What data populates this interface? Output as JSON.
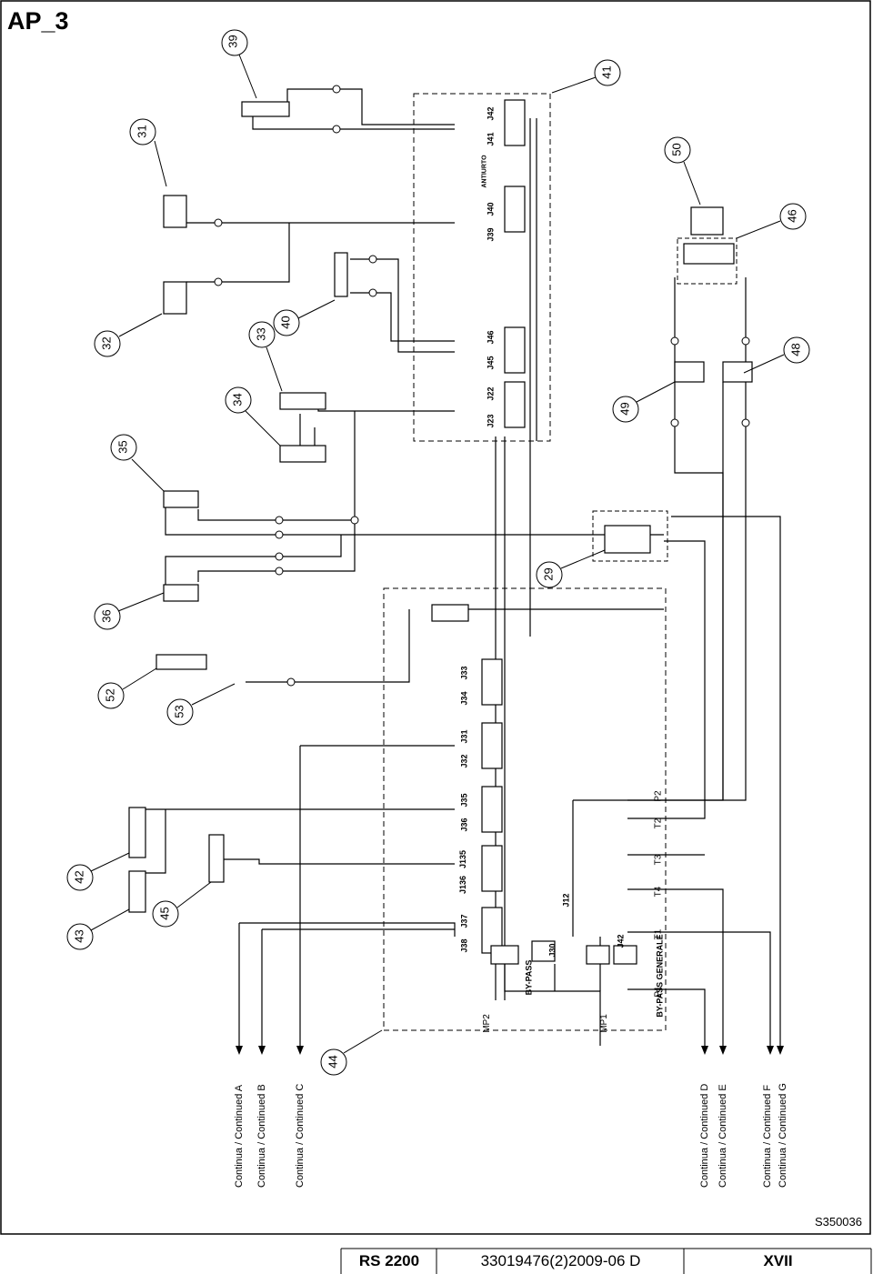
{
  "page": {
    "title": "AP_3",
    "reference": "S350036"
  },
  "title_block": {
    "model": "RS 2200",
    "document": "33019476(2)2009-06 D",
    "sheet": "XVII"
  },
  "callouts": [
    "39",
    "31",
    "41",
    "50",
    "46",
    "32",
    "33",
    "40",
    "48",
    "34",
    "49",
    "35",
    "29",
    "36",
    "52",
    "53",
    "42",
    "45",
    "43",
    "44"
  ],
  "continued": [
    "Continua / Continued A",
    "Continua / Continued B",
    "Continua / Continued C",
    "Continua / Continued D",
    "Continua / Continued E",
    "Continua / Continued F",
    "Continua / Continued G"
  ],
  "valves": [
    "J42",
    "J41",
    "J40",
    "J39",
    "J46",
    "J45",
    "J22",
    "J23",
    "J33",
    "J34",
    "J31",
    "J32",
    "J35",
    "J36",
    "J135",
    "J136",
    "J37",
    "J38",
    "J12",
    "J30",
    "J42"
  ],
  "ports": [
    "P2",
    "T2",
    "T3",
    "T4",
    "T1",
    "P1",
    "MP2",
    "MP1"
  ],
  "labels": {
    "bypass": "BY-PASS",
    "bypass_general": "BY-PASS GENERALE",
    "anti_shock": "ANTIURTO"
  }
}
